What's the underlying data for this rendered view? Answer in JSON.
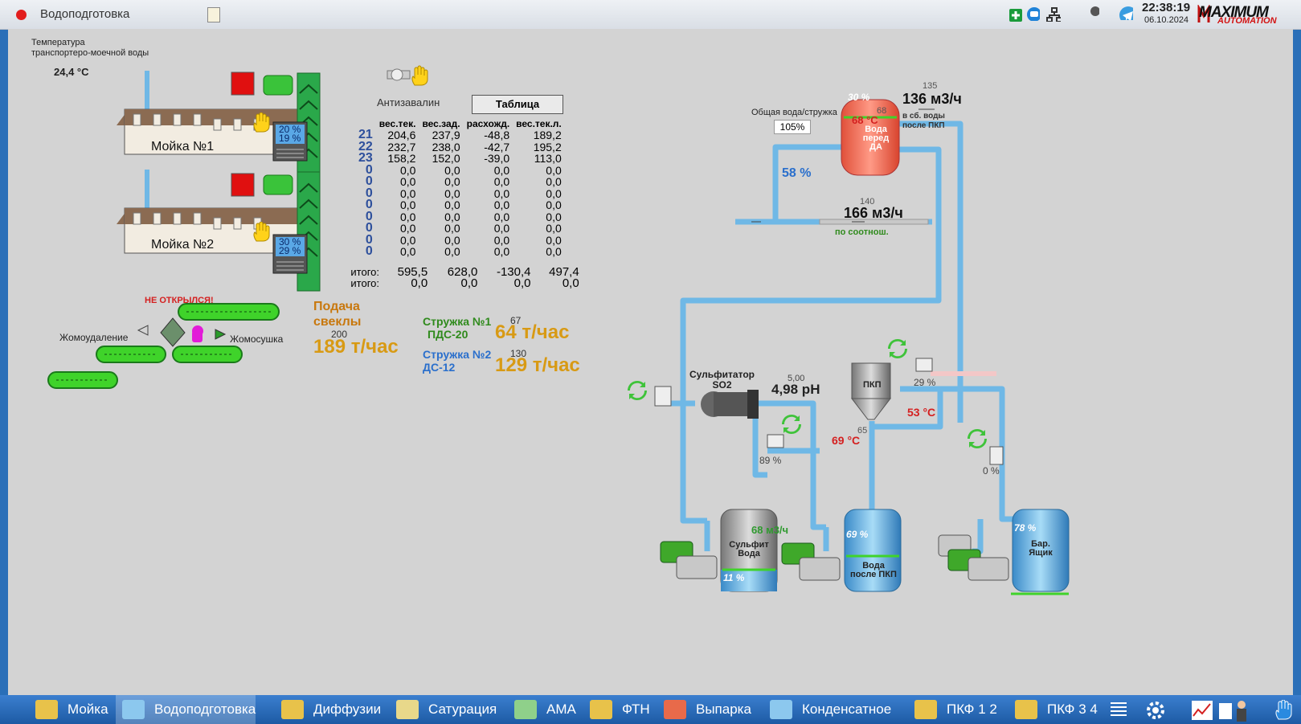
{
  "window": {
    "title": "Водоподготовка",
    "time": "22:38:19",
    "date": "06.10.2024",
    "brand": "MAXIMUM",
    "brand_sub": "AUTOMATION"
  },
  "temperature": {
    "label_line1": "Температура",
    "label_line2": "транспортеро-моечной воды",
    "value": "24,4 °С"
  },
  "washers": [
    {
      "name": "Мойка №1",
      "pct_top": "20 %",
      "pct_bottom": "19 %"
    },
    {
      "name": "Мойка №2",
      "pct_top": "30 %",
      "pct_bottom": "29 %"
    }
  ],
  "antizavalin": {
    "label": "Антизавалин",
    "button": "Таблица"
  },
  "table": {
    "headers": [
      "вес.тек.",
      "вес.зад.",
      "расхожд.",
      "вес.тек.л."
    ],
    "rows": [
      [
        "21",
        "204,6",
        "237,9",
        "-48,8",
        "189,2"
      ],
      [
        "22",
        "232,7",
        "238,0",
        "-42,7",
        "195,2"
      ],
      [
        "23",
        "158,2",
        "152,0",
        "-39,0",
        "113,0"
      ],
      [
        "0",
        "0,0",
        "0,0",
        "0,0",
        "0,0"
      ],
      [
        "0",
        "0,0",
        "0,0",
        "0,0",
        "0,0"
      ],
      [
        "0",
        "0,0",
        "0,0",
        "0,0",
        "0,0"
      ],
      [
        "0",
        "0,0",
        "0,0",
        "0,0",
        "0,0"
      ],
      [
        "0",
        "0,0",
        "0,0",
        "0,0",
        "0,0"
      ],
      [
        "0",
        "0,0",
        "0,0",
        "0,0",
        "0,0"
      ],
      [
        "0",
        "0,0",
        "0,0",
        "0,0",
        "0,0"
      ],
      [
        "0",
        "0,0",
        "0,0",
        "0,0",
        "0,0"
      ]
    ],
    "totals": [
      {
        "label": "итого:",
        "v1": "595,5",
        "v2": "628,0",
        "v3": "-130,4",
        "v4": "497,4"
      },
      {
        "label": "итого:",
        "v1": "0,0",
        "v2": "0,0",
        "v3": "0,0",
        "v4": "0,0"
      }
    ]
  },
  "pulp": {
    "alarm": "НЕ ОТКРЫЛСЯ!",
    "left": "Жомоудаление",
    "right": "Жомосушка"
  },
  "beet_feed": {
    "line1": "Подача",
    "line2": "свеклы",
    "setpoint": "200",
    "value": "189 т/час"
  },
  "chips": [
    {
      "name": "Стружка №1",
      "sub": "ПДС-20",
      "setpoint": "67",
      "value": "64 т/час"
    },
    {
      "name": "Стружка №2",
      "sub": "ДС-12",
      "setpoint": "130",
      "value": "129 т/час"
    }
  ],
  "water": {
    "ratio_label": "Общая вода/стружка",
    "ratio_value": "105%",
    "tank_da": {
      "line1": "Вода",
      "line2": "перед ДА",
      "level": "30 %",
      "temp": "68 °С",
      "temp_set": "68"
    },
    "flow1": {
      "setpoint": "135",
      "value": "136 м3/ч",
      "note_line1": "в сб. воды",
      "note_line2": "после ПКП"
    },
    "valve_pct": "58 %",
    "flow2": {
      "setpoint": "140",
      "value": "166 м3/ч",
      "mode": "по соотнош."
    },
    "sulfitator": {
      "line1": "Сульфитатор",
      "line2": "SO2"
    },
    "ph": {
      "setpoint": "5,00",
      "value": "4,98 pH"
    },
    "pkp": {
      "label": "ПКП",
      "valve_pct": "29 %",
      "temp": "53 °С"
    },
    "temp2": {
      "value": "69 °С",
      "setpoint": "65"
    },
    "valve2_pct": "89 %",
    "valve3_pct": "0 %",
    "flow3": "68 м3/ч",
    "tank_sulfite": {
      "line1": "Сульфит",
      "line2": "Вода",
      "level": "11 %"
    },
    "tank_pkp": {
      "line1": "Вода",
      "line2": "после ПКП",
      "level": "69 %"
    },
    "tank_bar": {
      "line1": "Бар.",
      "line2": "Ящик",
      "level": "78 %"
    }
  },
  "taskbar": [
    "Мойка",
    "Водоподготовка",
    "Диффузии",
    "Сатурация",
    "АМА",
    "ФТН",
    "Выпарка",
    "Конденсатное",
    "ПКФ 1 2",
    "ПКФ 3 4"
  ],
  "colors": {
    "pipe": "#6fb8e6",
    "green": "#3fd32a",
    "setpoint_red": "#d42020",
    "accent_gold": "#d89a14",
    "chip_green": "#2f8a1c",
    "chip_blue": "#2a6fcc"
  }
}
